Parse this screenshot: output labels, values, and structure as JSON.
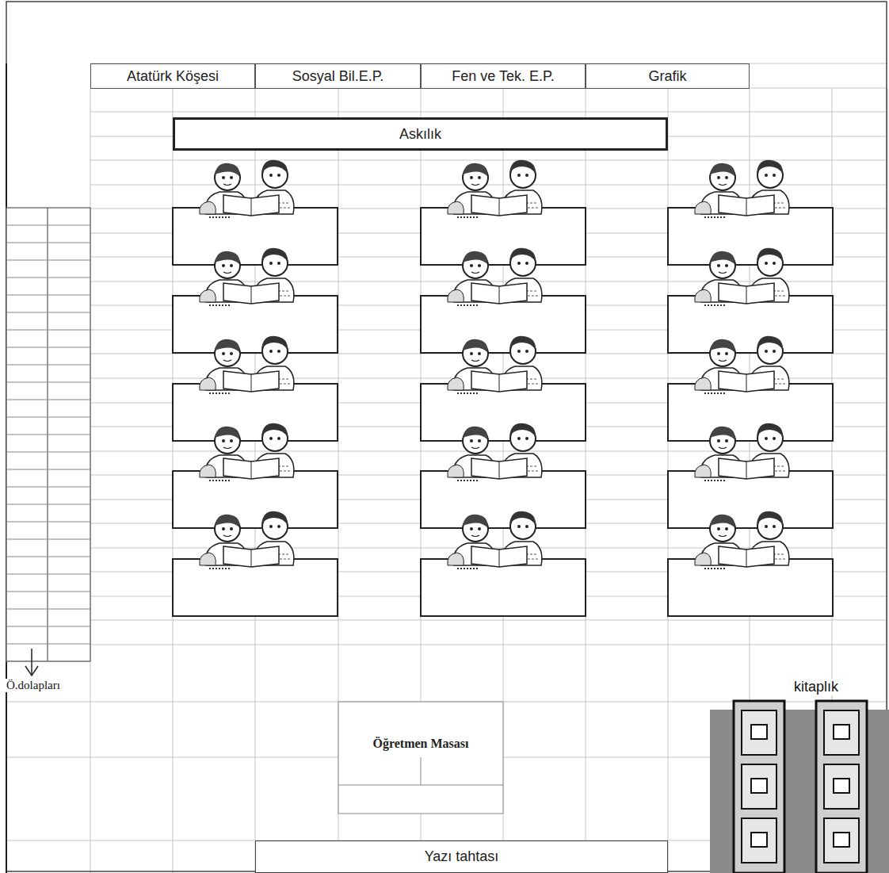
{
  "diagram": {
    "nodes": [
      {
        "text": [
          "Atatürk Köşesi"
        ]
      },
      {
        "text": [
          "Sosyal Bil.E.P."
        ]
      },
      {
        "text": [
          "Fen ve Tek. E.P."
        ]
      },
      {
        "text": [
          "Grafik"
        ]
      },
      {
        "text": [
          "Askılık"
        ]
      },
      {
        "text": [
          "Öğretmen Masası"
        ]
      },
      {
        "text": [
          "Yazı tahtası"
        ]
      }
    ],
    "labels": [
      "Ö.dolapları",
      "kitaplık"
    ]
  }
}
